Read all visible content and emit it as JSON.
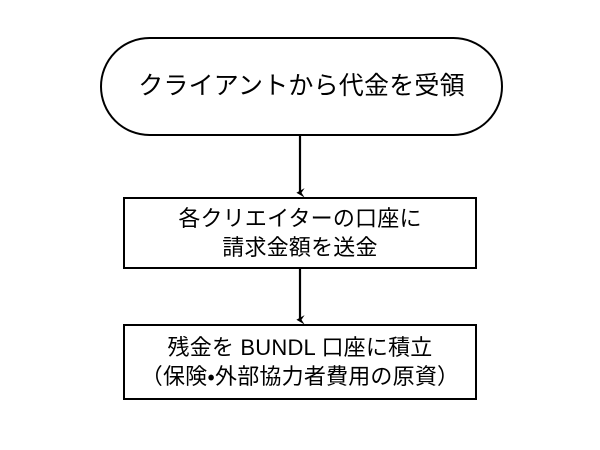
{
  "diagram": {
    "type": "flowchart",
    "orientation": "vertical-top-down",
    "background_color": "#ffffff",
    "stroke_color": "#000000",
    "text_color": "#000000",
    "nodes": [
      {
        "id": "receive-payment",
        "shape": "stadium",
        "label": "クライアントから代金を受領",
        "lines": [
          "クライアントから代金を受領"
        ]
      },
      {
        "id": "transfer-to-creators",
        "shape": "rectangle",
        "label": "各クリエイターの口座に\n請求金額を送金",
        "lines": [
          "各クリエイターの口座に",
          "請求金額を送金"
        ]
      },
      {
        "id": "reserve-to-bundl",
        "shape": "rectangle",
        "label": "残金を BUNDL 口座に積立\n（保険・外部協力者費用の原資）",
        "lines": [
          "残金を BUNDL 口座に積立",
          "（保険・外部協力者費用の原資）"
        ]
      }
    ],
    "edges": [
      {
        "id": "edge-1",
        "from": "receive-payment",
        "to": "transfer-to-creators",
        "style": "solid-arrow",
        "label": ""
      },
      {
        "id": "edge-2",
        "from": "transfer-to-creators",
        "to": "reserve-to-bundl",
        "style": "solid-arrow",
        "label": ""
      }
    ]
  }
}
